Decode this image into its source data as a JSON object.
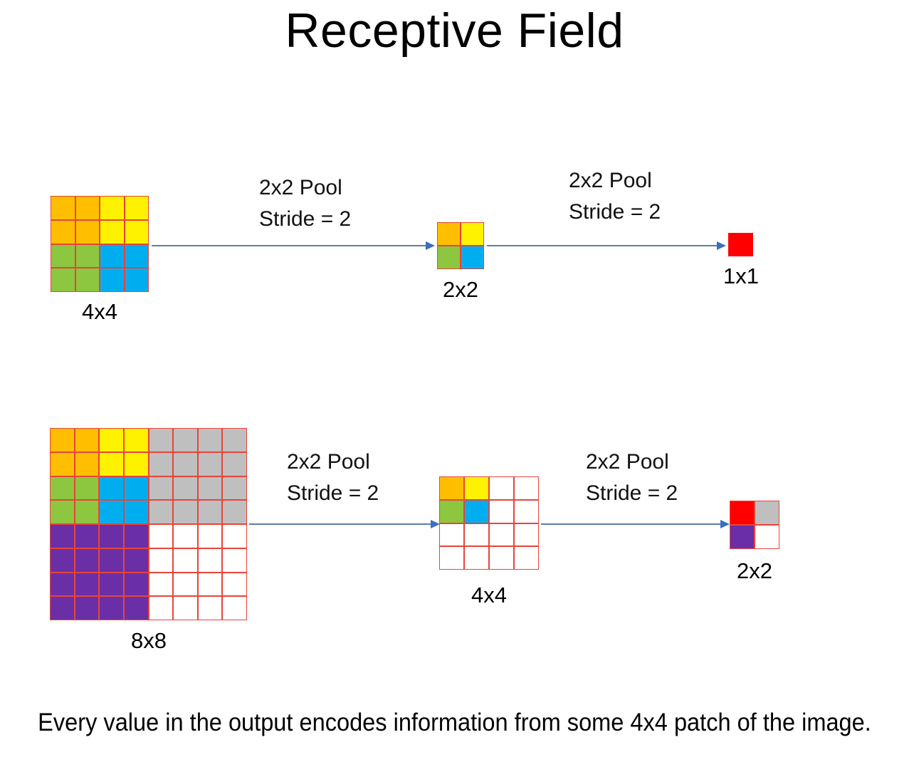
{
  "page": {
    "title": "Receptive Field",
    "caption": "Every value in the output encodes information from some 4x4 patch of the image.",
    "background": "#FFFFFF"
  },
  "palette": {
    "orange": "#FFBF00",
    "yellow": "#FFF200",
    "green": "#8DC63F",
    "blue": "#00AEEF",
    "gray": "#BFBFBF",
    "purple": "#6A2FA6",
    "red": "#FF0000",
    "white": "#FFFFFF",
    "gridline": "#E8443A",
    "arrow_shaft": "#5B7FA6",
    "arrow_head": "#3B6FBF"
  },
  "rows": [
    {
      "id": "row-top",
      "stages": [
        {
          "name": "input-4x4",
          "label": "4x4",
          "rows": 4,
          "cols": 4,
          "cells": [
            "orange",
            "orange",
            "yellow",
            "yellow",
            "orange",
            "orange",
            "yellow",
            "yellow",
            "green",
            "green",
            "blue",
            "blue",
            "green",
            "green",
            "blue",
            "blue"
          ]
        },
        {
          "name": "pooled-2x2",
          "label": "2x2",
          "rows": 2,
          "cols": 2,
          "cells": [
            "orange",
            "yellow",
            "green",
            "blue"
          ]
        },
        {
          "name": "pooled-1x1",
          "label": "1x1",
          "rows": 1,
          "cols": 1,
          "cells": [
            "red"
          ]
        }
      ],
      "operations": [
        {
          "name": "pool-op-1",
          "line1": "2x2 Pool",
          "line2": "Stride = 2"
        },
        {
          "name": "pool-op-2",
          "line1": "2x2 Pool",
          "line2": "Stride = 2"
        }
      ]
    },
    {
      "id": "row-bottom",
      "stages": [
        {
          "name": "input-8x8",
          "label": "8x8",
          "rows": 8,
          "cols": 8,
          "cells": [
            "orange",
            "orange",
            "yellow",
            "yellow",
            "gray",
            "gray",
            "gray",
            "gray",
            "orange",
            "orange",
            "yellow",
            "yellow",
            "gray",
            "gray",
            "gray",
            "gray",
            "green",
            "green",
            "blue",
            "blue",
            "gray",
            "gray",
            "gray",
            "gray",
            "green",
            "green",
            "blue",
            "blue",
            "gray",
            "gray",
            "gray",
            "gray",
            "purple",
            "purple",
            "purple",
            "purple",
            "white",
            "white",
            "white",
            "white",
            "purple",
            "purple",
            "purple",
            "purple",
            "white",
            "white",
            "white",
            "white",
            "purple",
            "purple",
            "purple",
            "purple",
            "white",
            "white",
            "white",
            "white",
            "purple",
            "purple",
            "purple",
            "purple",
            "white",
            "white",
            "white",
            "white"
          ]
        },
        {
          "name": "pooled-4x4",
          "label": "4x4",
          "rows": 4,
          "cols": 4,
          "cells": [
            "orange",
            "yellow",
            "white",
            "white",
            "green",
            "blue",
            "white",
            "white",
            "white",
            "white",
            "white",
            "white",
            "white",
            "white",
            "white",
            "white"
          ]
        },
        {
          "name": "pooled-2x2-final",
          "label": "2x2",
          "rows": 2,
          "cols": 2,
          "cells": [
            "red",
            "gray",
            "purple",
            "white"
          ]
        }
      ],
      "operations": [
        {
          "name": "pool-op-3",
          "line1": "2x2 Pool",
          "line2": "Stride = 2"
        },
        {
          "name": "pool-op-4",
          "line1": "2x2 Pool",
          "line2": "Stride = 2"
        }
      ]
    }
  ]
}
